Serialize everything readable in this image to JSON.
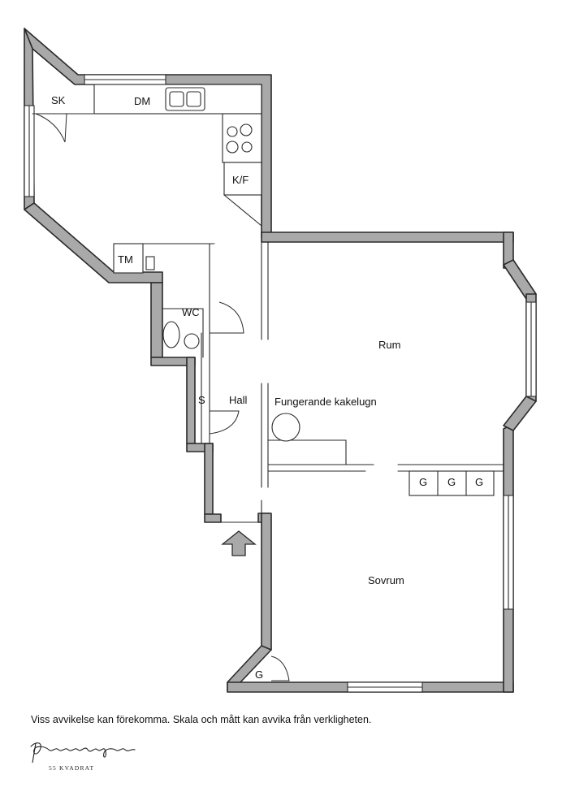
{
  "rooms": {
    "sk": "SK",
    "dm": "DM",
    "kf": "K/F",
    "tm": "TM",
    "wc": "WC",
    "s": "S",
    "hall": "Hall",
    "rum": "Rum",
    "kakelugn": "Fungerande kakelugn",
    "sovrum": "Sovrum",
    "g1": "G",
    "g2": "G",
    "g3": "G",
    "g4": "G"
  },
  "disclaimer": "Viss avvikelse kan förekomma. Skala och mått kan avvika från verkligheten.",
  "brand": {
    "subtitle": "55 KVADRAT"
  },
  "colors": {
    "wall": "#a9a9a9",
    "line": "#2a2a2a"
  }
}
